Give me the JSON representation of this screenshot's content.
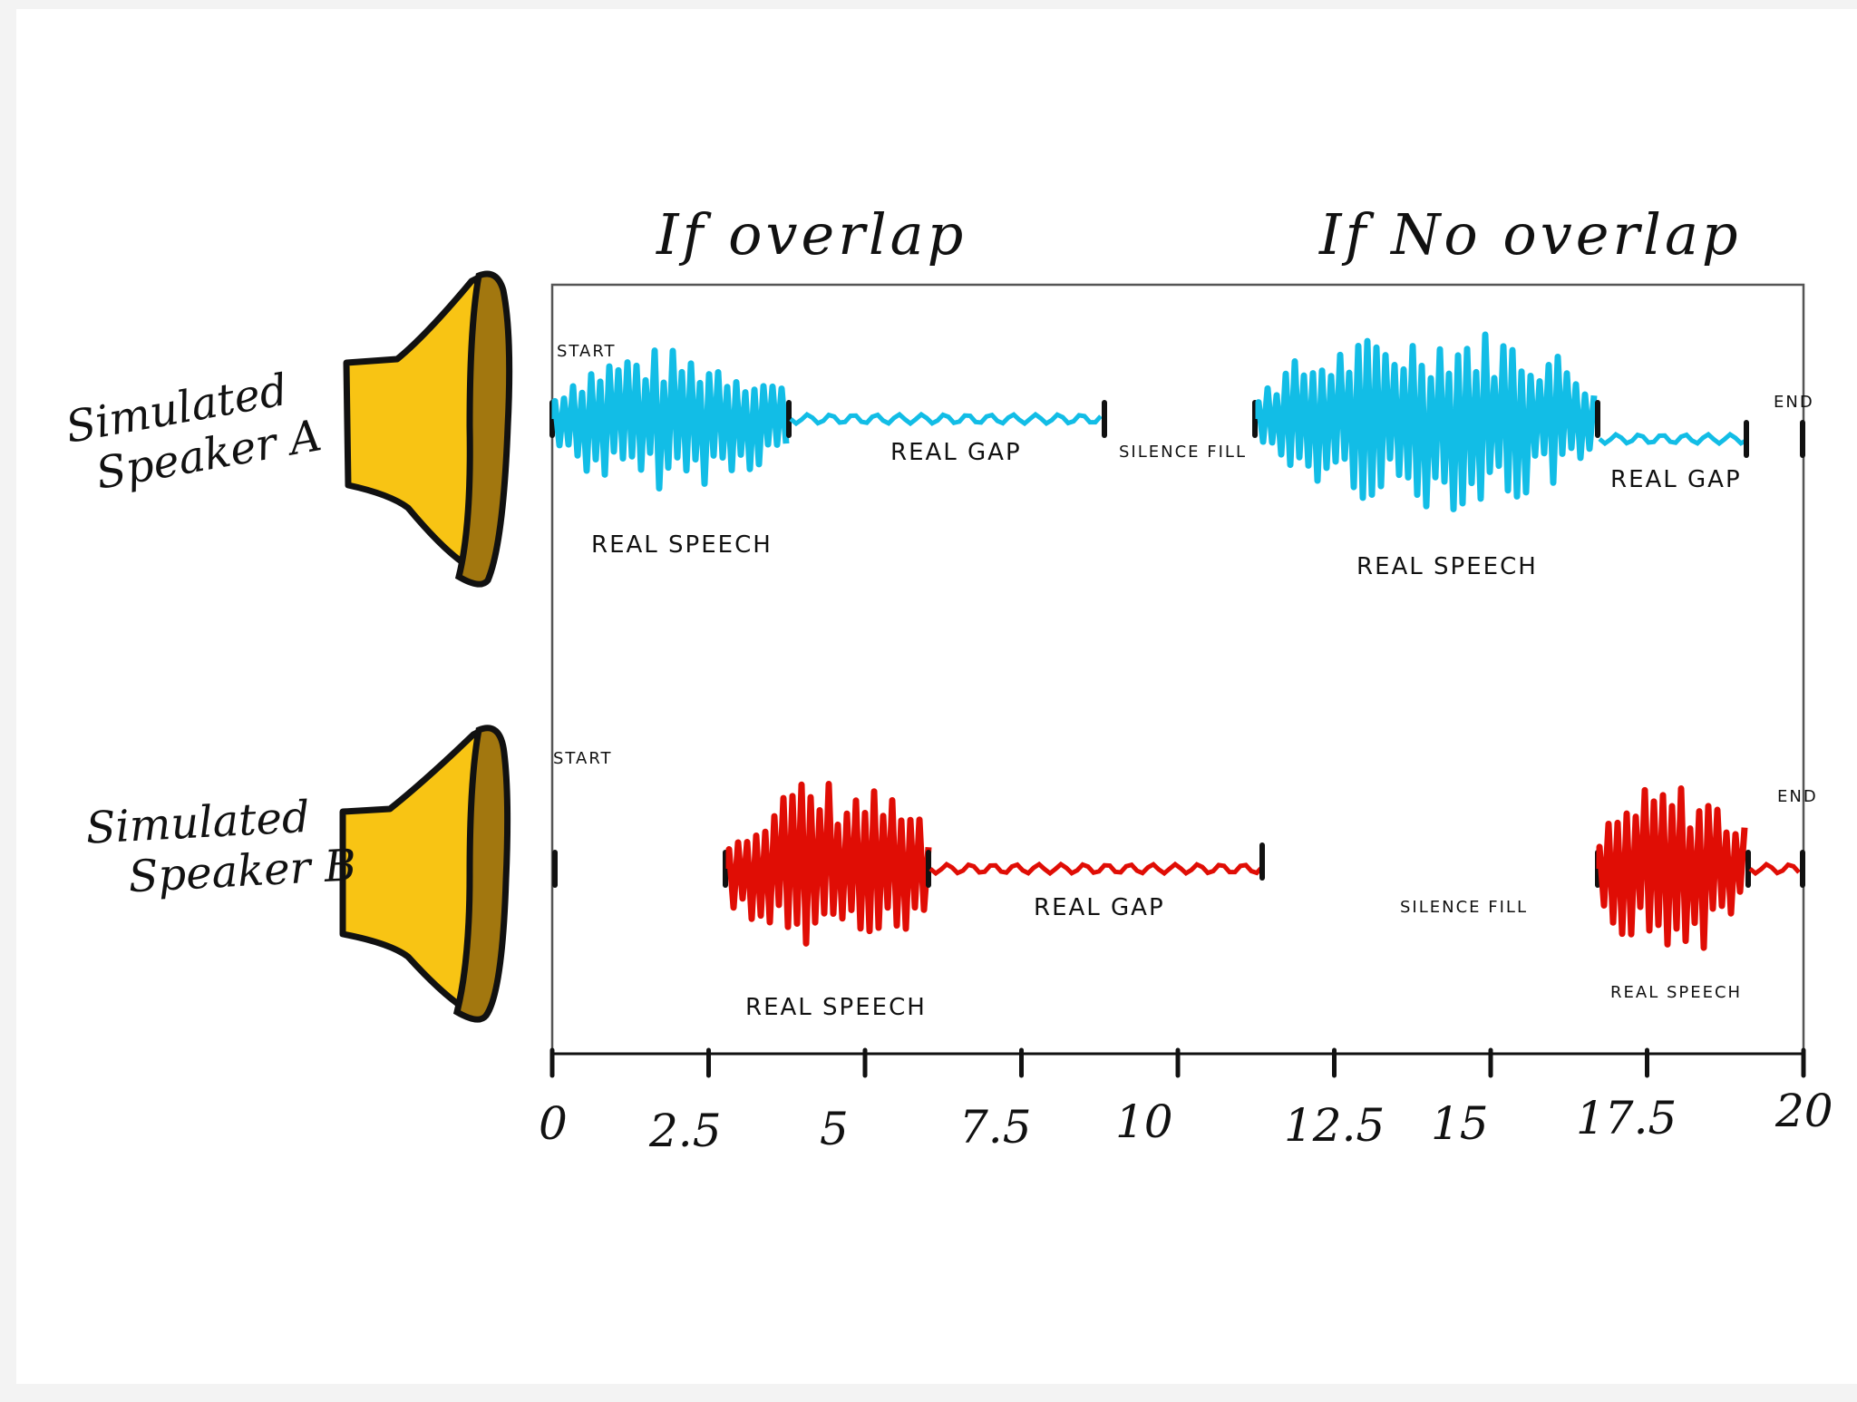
{
  "headings": {
    "overlap": "If overlap",
    "no_overlap": "If No overlap"
  },
  "speakers": [
    {
      "label_line1": "Simulated",
      "label_line2": "Speaker A",
      "color": "#12bde6",
      "start_label": "START",
      "end_label": "END",
      "segments": [
        {
          "label": "REAL SPEECH",
          "kind": "speech"
        },
        {
          "label": "REAL GAP",
          "kind": "gap"
        },
        {
          "label": "SILENCE FILL",
          "kind": "silence"
        },
        {
          "label": "REAL SPEECH",
          "kind": "speech"
        },
        {
          "label": "REAL GAP",
          "kind": "gap"
        }
      ]
    },
    {
      "label_line1": "Simulated",
      "label_line2": "Speaker B",
      "color": "#e00d05",
      "start_label": "START",
      "end_label": "END",
      "segments": [
        {
          "label": "REAL SPEECH",
          "kind": "speech"
        },
        {
          "label": "REAL GAP",
          "kind": "gap"
        },
        {
          "label": "SILENCE FILL",
          "kind": "silence"
        },
        {
          "label": "REAL SPEECH",
          "kind": "speech"
        }
      ]
    }
  ],
  "axis": {
    "ticks": [
      "0",
      "2.5",
      "5",
      "7.5",
      "10",
      "12.5",
      "15",
      "17.5",
      "20"
    ]
  },
  "colors": {
    "speaker_body": "#f8c414",
    "speaker_cone": "#a2770f",
    "outline": "#111111"
  }
}
